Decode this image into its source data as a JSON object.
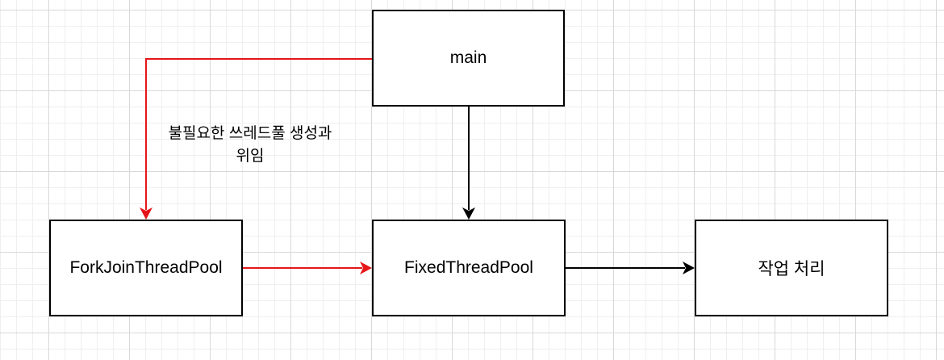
{
  "nodes": {
    "main": "main",
    "fork_join": "ForkJoinThreadPool",
    "fixed": "FixedThreadPool",
    "task": "작업 처리"
  },
  "edges": {
    "main_to_fork_label": "불필요한 쓰레드풀 생성과\n위임"
  },
  "colors": {
    "red_edge": "#e5161a",
    "black_edge": "#000000",
    "grid": "#d8d8d8"
  }
}
